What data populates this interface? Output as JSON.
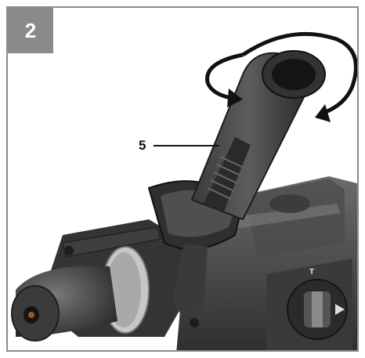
{
  "figure": {
    "step_number": "2",
    "callout_label": "5",
    "switch_marking": "T"
  },
  "colors": {
    "badge": "#8a8a8a",
    "frame_border": "#8c8c8c",
    "tool_dark": "#2a2a2a",
    "tool_mid": "#555555",
    "tool_light": "#9a9a9a",
    "chuck_ring": "#b5b5b5"
  },
  "icons": [
    "rotate-arrow-left-icon",
    "rotate-arrow-right-icon"
  ]
}
